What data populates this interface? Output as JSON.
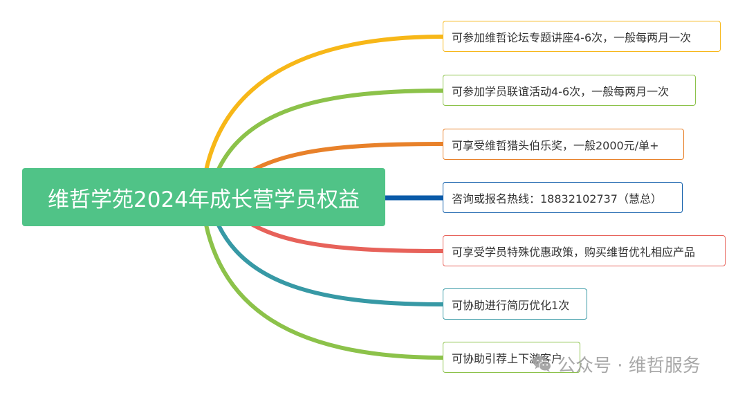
{
  "central_topic": {
    "text": "维哲学苑2024年成长营学员权益",
    "bg_color": "#50c387",
    "text_color": "#ffffff"
  },
  "branches": [
    {
      "text": "可参加维哲论坛专题讲座4-6次，一般每两月一次",
      "color": "#f7b718"
    },
    {
      "text": "可参加学员联谊活动4-6次，一般每两月一次",
      "color": "#8cc24a"
    },
    {
      "text": "可享受维哲猎头伯乐奖，一般2000元/单+",
      "color": "#e8812a"
    },
    {
      "text": "咨询或报名热线：18832102737（慧总）",
      "color": "#0a5aa8"
    },
    {
      "text": "可享受学员特殊优惠政策，购买维哲优礼相应产品",
      "color": "#e7625a"
    },
    {
      "text": "可协助进行简历优化1次",
      "color": "#3799a5"
    },
    {
      "text": "可协助引荐上下游客户",
      "color": "#8cc24a"
    }
  ],
  "watermark": {
    "icon": "wechat-icon",
    "text": "公众号 · 维哲服务",
    "color": "#9a9a9a"
  }
}
